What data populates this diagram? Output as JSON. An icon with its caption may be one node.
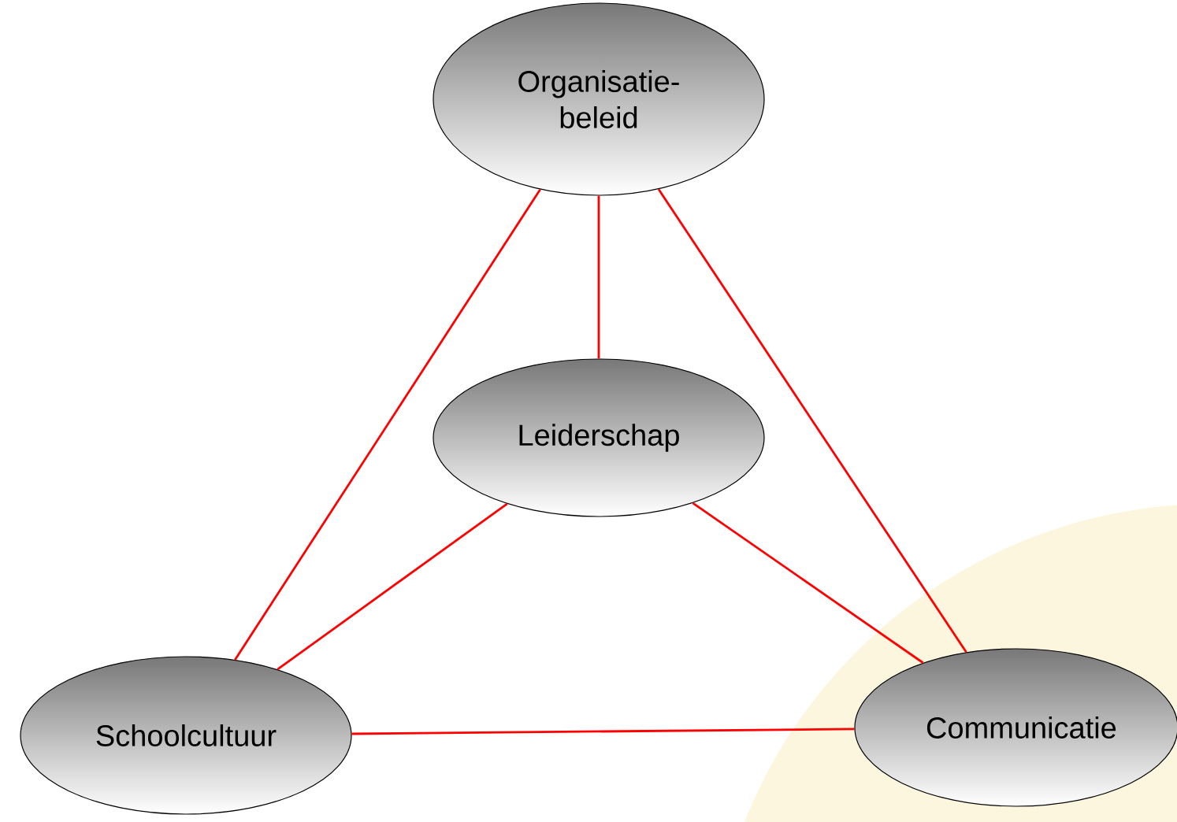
{
  "diagram": {
    "nodes": [
      {
        "text": [
          "Organisatie- beleid"
        ]
      },
      {
        "text": [
          "Leiderschap"
        ]
      },
      {
        "text": [
          "Schoolcultuur"
        ]
      },
      {
        "text": [
          "Communicatie"
        ]
      }
    ],
    "edges": [
      {
        "from": 0,
        "to": 1,
        "arrow": "none"
      },
      {
        "from": 0,
        "to": 2,
        "arrow": "none"
      },
      {
        "from": 0,
        "to": 3,
        "arrow": "none"
      },
      {
        "from": 1,
        "to": 2,
        "arrow": "none"
      },
      {
        "from": 1,
        "to": 3,
        "arrow": "none"
      },
      {
        "from": 2,
        "to": 3,
        "arrow": "none"
      }
    ]
  }
}
